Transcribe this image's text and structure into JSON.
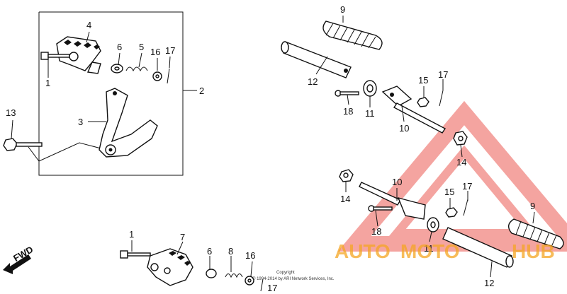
{
  "labels": {
    "l1a": "1",
    "l1b": "1",
    "l2": "2",
    "l3": "3",
    "l4": "4",
    "l5": "5",
    "l6a": "6",
    "l6b": "6",
    "l7": "7",
    "l8": "8",
    "l9a": "9",
    "l9b": "9",
    "l10a": "10",
    "l10b": "10",
    "l11a": "11",
    "l11b": "11",
    "l12a": "12",
    "l12b": "12",
    "l13": "13",
    "l14a": "14",
    "l14b": "14",
    "l15a": "15",
    "l15b": "15",
    "l16a": "16",
    "l16b": "16",
    "l17a": "17",
    "l17b": "17",
    "l17c": "17",
    "l18a": "18",
    "l18b": "18"
  },
  "fwd": "FWD",
  "copyright_line1": "Copyright",
  "copyright_line2": "© 1994-2014 by ARI Network Services, Inc.",
  "watermark": {
    "word1": "AUTO",
    "word2": "MOTO",
    "word3": "HUB",
    "color_red": "#e8382f",
    "color_orange": "#f5a623"
  }
}
